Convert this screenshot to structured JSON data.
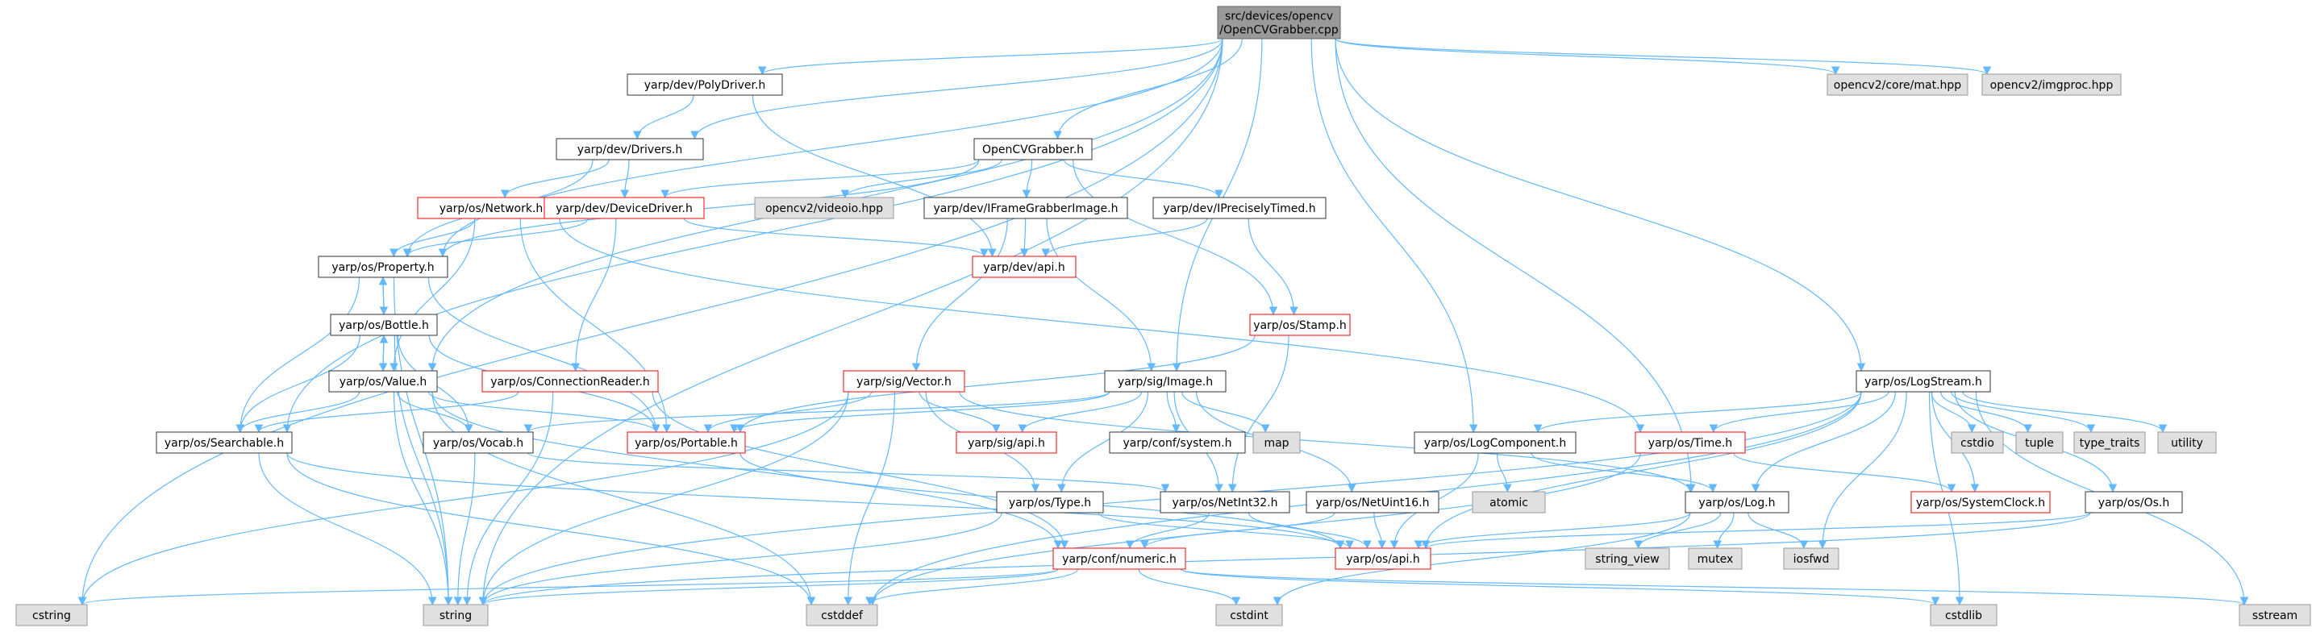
{
  "diagram": {
    "root": "src/devices/opencv/OpenCVGrabber.cpp",
    "colors": {
      "edge": "#63b8ff",
      "root_fill": "#999999",
      "normal_border": "#333333",
      "truncated_border": "#ff0000",
      "system_fill": "#e0e0e0",
      "system_border": "#999999"
    },
    "nodes": [
      {
        "id": "root",
        "lines": [
          "src/devices/opencv",
          "/OpenCVGrabber.cpp"
        ],
        "kind": "root"
      },
      {
        "id": "polydriver",
        "lines": [
          "yarp/dev/PolyDriver.h"
        ],
        "kind": "normal"
      },
      {
        "id": "drivers",
        "lines": [
          "yarp/dev/Drivers.h"
        ],
        "kind": "normal"
      },
      {
        "id": "opencvgrabberh",
        "lines": [
          "OpenCVGrabber.h"
        ],
        "kind": "normal"
      },
      {
        "id": "network",
        "lines": [
          "yarp/os/Network.h"
        ],
        "kind": "truncated"
      },
      {
        "id": "devicedriver",
        "lines": [
          "yarp/dev/DeviceDriver.h"
        ],
        "kind": "truncated"
      },
      {
        "id": "videoio",
        "lines": [
          "opencv2/videoio.hpp"
        ],
        "kind": "system"
      },
      {
        "id": "iframegrabber",
        "lines": [
          "yarp/dev/IFrameGrabberImage.h"
        ],
        "kind": "normal"
      },
      {
        "id": "ipreciselytimed",
        "lines": [
          "yarp/dev/IPreciselyTimed.h"
        ],
        "kind": "normal"
      },
      {
        "id": "property",
        "lines": [
          "yarp/os/Property.h"
        ],
        "kind": "normal"
      },
      {
        "id": "devapi",
        "lines": [
          "yarp/dev/api.h"
        ],
        "kind": "truncated"
      },
      {
        "id": "bottle",
        "lines": [
          "yarp/os/Bottle.h"
        ],
        "kind": "normal"
      },
      {
        "id": "stamp",
        "lines": [
          "yarp/os/Stamp.h"
        ],
        "kind": "truncated"
      },
      {
        "id": "value",
        "lines": [
          "yarp/os/Value.h"
        ],
        "kind": "normal"
      },
      {
        "id": "connectionreader",
        "lines": [
          "yarp/os/ConnectionReader.h"
        ],
        "kind": "truncated"
      },
      {
        "id": "vector",
        "lines": [
          "yarp/sig/Vector.h"
        ],
        "kind": "truncated"
      },
      {
        "id": "image",
        "lines": [
          "yarp/sig/Image.h"
        ],
        "kind": "normal"
      },
      {
        "id": "searchable",
        "lines": [
          "yarp/os/Searchable.h"
        ],
        "kind": "normal"
      },
      {
        "id": "vocab",
        "lines": [
          "yarp/os/Vocab.h"
        ],
        "kind": "normal"
      },
      {
        "id": "portable",
        "lines": [
          "yarp/os/Portable.h"
        ],
        "kind": "truncated"
      },
      {
        "id": "sigapi",
        "lines": [
          "yarp/sig/api.h"
        ],
        "kind": "truncated"
      },
      {
        "id": "confsystem",
        "lines": [
          "yarp/conf/system.h"
        ],
        "kind": "normal"
      },
      {
        "id": "map",
        "lines": [
          "map"
        ],
        "kind": "system"
      },
      {
        "id": "type",
        "lines": [
          "yarp/os/Type.h"
        ],
        "kind": "normal"
      },
      {
        "id": "netint32",
        "lines": [
          "yarp/os/NetInt32.h"
        ],
        "kind": "normal"
      },
      {
        "id": "netuint16",
        "lines": [
          "yarp/os/NetUint16.h"
        ],
        "kind": "normal"
      },
      {
        "id": "confnumeric",
        "lines": [
          "yarp/conf/numeric.h"
        ],
        "kind": "truncated"
      },
      {
        "id": "osapi",
        "lines": [
          "yarp/os/api.h"
        ],
        "kind": "truncated"
      },
      {
        "id": "cstring",
        "lines": [
          "cstring"
        ],
        "kind": "system"
      },
      {
        "id": "string",
        "lines": [
          "string"
        ],
        "kind": "system"
      },
      {
        "id": "cstddef",
        "lines": [
          "cstddef"
        ],
        "kind": "system"
      },
      {
        "id": "cstdint",
        "lines": [
          "cstdint"
        ],
        "kind": "system"
      },
      {
        "id": "cstdlib",
        "lines": [
          "cstdlib"
        ],
        "kind": "system"
      },
      {
        "id": "sstream",
        "lines": [
          "sstream"
        ],
        "kind": "system"
      },
      {
        "id": "logcomponent",
        "lines": [
          "yarp/os/LogComponent.h"
        ],
        "kind": "normal"
      },
      {
        "id": "atomic",
        "lines": [
          "atomic"
        ],
        "kind": "system"
      },
      {
        "id": "time",
        "lines": [
          "yarp/os/Time.h"
        ],
        "kind": "truncated"
      },
      {
        "id": "log",
        "lines": [
          "yarp/os/Log.h"
        ],
        "kind": "normal"
      },
      {
        "id": "string_view",
        "lines": [
          "string_view"
        ],
        "kind": "system"
      },
      {
        "id": "mutex",
        "lines": [
          "mutex"
        ],
        "kind": "system"
      },
      {
        "id": "iosfwd",
        "lines": [
          "iosfwd"
        ],
        "kind": "system"
      },
      {
        "id": "logstream",
        "lines": [
          "yarp/os/LogStream.h"
        ],
        "kind": "normal"
      },
      {
        "id": "cstdio",
        "lines": [
          "cstdio"
        ],
        "kind": "system"
      },
      {
        "id": "tuple",
        "lines": [
          "tuple"
        ],
        "kind": "system"
      },
      {
        "id": "type_traits",
        "lines": [
          "type_traits"
        ],
        "kind": "system"
      },
      {
        "id": "utility",
        "lines": [
          "utility"
        ],
        "kind": "system"
      },
      {
        "id": "systemclock",
        "lines": [
          "yarp/os/SystemClock.h"
        ],
        "kind": "truncated"
      },
      {
        "id": "osh",
        "lines": [
          "yarp/os/Os.h"
        ],
        "kind": "normal"
      },
      {
        "id": "mat",
        "lines": [
          "opencv2/core/mat.hpp"
        ],
        "kind": "system"
      },
      {
        "id": "imgproc",
        "lines": [
          "opencv2/imgproc.hpp"
        ],
        "kind": "system"
      }
    ],
    "edges": [
      [
        "root",
        "polydriver"
      ],
      [
        "root",
        "drivers"
      ],
      [
        "root",
        "opencvgrabberh"
      ],
      [
        "root",
        "property"
      ],
      [
        "root",
        "value"
      ],
      [
        "root",
        "searchable"
      ],
      [
        "root",
        "cstring"
      ],
      [
        "root",
        "string"
      ],
      [
        "root",
        "image"
      ],
      [
        "root",
        "logcomponent"
      ],
      [
        "root",
        "log"
      ],
      [
        "root",
        "logstream"
      ],
      [
        "root",
        "mat"
      ],
      [
        "root",
        "imgproc"
      ],
      [
        "polydriver",
        "drivers"
      ],
      [
        "polydriver",
        "devapi"
      ],
      [
        "drivers",
        "property"
      ],
      [
        "drivers",
        "network"
      ],
      [
        "drivers",
        "devicedriver"
      ],
      [
        "opencvgrabberh",
        "devicedriver"
      ],
      [
        "opencvgrabberh",
        "videoio"
      ],
      [
        "opencvgrabberh",
        "iframegrabber"
      ],
      [
        "opencvgrabberh",
        "ipreciselytimed"
      ],
      [
        "opencvgrabberh",
        "stamp"
      ],
      [
        "opencvgrabberh",
        "property"
      ],
      [
        "network",
        "property"
      ],
      [
        "network",
        "value"
      ],
      [
        "network",
        "portable"
      ],
      [
        "network",
        "time"
      ],
      [
        "devicedriver",
        "property"
      ],
      [
        "devicedriver",
        "devapi"
      ],
      [
        "devicedriver",
        "connectionreader"
      ],
      [
        "iframegrabber",
        "devapi"
      ],
      [
        "iframegrabber",
        "image"
      ],
      [
        "iframegrabber",
        "vector"
      ],
      [
        "ipreciselytimed",
        "devapi"
      ],
      [
        "ipreciselytimed",
        "stamp"
      ],
      [
        "property",
        "bottle"
      ],
      [
        "property",
        "searchable"
      ],
      [
        "property",
        "portable"
      ],
      [
        "property",
        "string"
      ],
      [
        "bottle",
        "property"
      ],
      [
        "bottle",
        "value"
      ],
      [
        "bottle",
        "searchable"
      ],
      [
        "bottle",
        "vocab"
      ],
      [
        "bottle",
        "portable"
      ],
      [
        "bottle",
        "string"
      ],
      [
        "stamp",
        "portable"
      ],
      [
        "stamp",
        "netint32"
      ],
      [
        "value",
        "bottle"
      ],
      [
        "value",
        "searchable"
      ],
      [
        "value",
        "vocab"
      ],
      [
        "value",
        "portable"
      ],
      [
        "value",
        "string"
      ],
      [
        "value",
        "cstddef"
      ],
      [
        "value",
        "confnumeric"
      ],
      [
        "connectionreader",
        "searchable"
      ],
      [
        "connectionreader",
        "string"
      ],
      [
        "connectionreader",
        "confnumeric"
      ],
      [
        "vector",
        "portable"
      ],
      [
        "vector",
        "sigapi"
      ],
      [
        "vector",
        "type"
      ],
      [
        "vector",
        "log"
      ],
      [
        "vector",
        "cstring"
      ],
      [
        "vector",
        "string"
      ],
      [
        "vector",
        "cstddef"
      ],
      [
        "image",
        "portable"
      ],
      [
        "image",
        "sigapi"
      ],
      [
        "image",
        "confsystem"
      ],
      [
        "image",
        "map"
      ],
      [
        "image",
        "type"
      ],
      [
        "image",
        "netint32"
      ],
      [
        "image",
        "netuint16"
      ],
      [
        "image",
        "vocab"
      ],
      [
        "searchable",
        "string"
      ],
      [
        "searchable",
        "cstddef"
      ],
      [
        "searchable",
        "osapi"
      ],
      [
        "vocab",
        "string"
      ],
      [
        "vocab",
        "netint32"
      ],
      [
        "portable",
        "osapi"
      ],
      [
        "type",
        "string"
      ],
      [
        "type",
        "osapi"
      ],
      [
        "netint32",
        "confnumeric"
      ],
      [
        "netint32",
        "osapi"
      ],
      [
        "netuint16",
        "confnumeric"
      ],
      [
        "netuint16",
        "osapi"
      ],
      [
        "confnumeric",
        "cstring"
      ],
      [
        "confnumeric",
        "string"
      ],
      [
        "confnumeric",
        "cstddef"
      ],
      [
        "confnumeric",
        "cstdint"
      ],
      [
        "confnumeric",
        "cstdlib"
      ],
      [
        "confnumeric",
        "sstream"
      ],
      [
        "logcomponent",
        "atomic"
      ],
      [
        "logcomponent",
        "log"
      ],
      [
        "logcomponent",
        "osapi"
      ],
      [
        "time",
        "systemclock"
      ],
      [
        "time",
        "cstddef"
      ],
      [
        "log",
        "osapi"
      ],
      [
        "log",
        "string_view"
      ],
      [
        "log",
        "mutex"
      ],
      [
        "log",
        "iosfwd"
      ],
      [
        "log",
        "cstdint"
      ],
      [
        "logstream",
        "logcomponent"
      ],
      [
        "logstream",
        "time"
      ],
      [
        "logstream",
        "log"
      ],
      [
        "logstream",
        "osapi"
      ],
      [
        "logstream",
        "cstdio"
      ],
      [
        "logstream",
        "tuple"
      ],
      [
        "logstream",
        "type_traits"
      ],
      [
        "logstream",
        "utility"
      ],
      [
        "logstream",
        "systemclock"
      ],
      [
        "logstream",
        "osh"
      ],
      [
        "logstream",
        "iosfwd"
      ],
      [
        "logstream",
        "string"
      ],
      [
        "logstream",
        "cstdlib"
      ],
      [
        "logstream",
        "sstream"
      ],
      [
        "logstream",
        "cstddef"
      ],
      [
        "osh",
        "string"
      ],
      [
        "osh",
        "osapi"
      ]
    ]
  }
}
